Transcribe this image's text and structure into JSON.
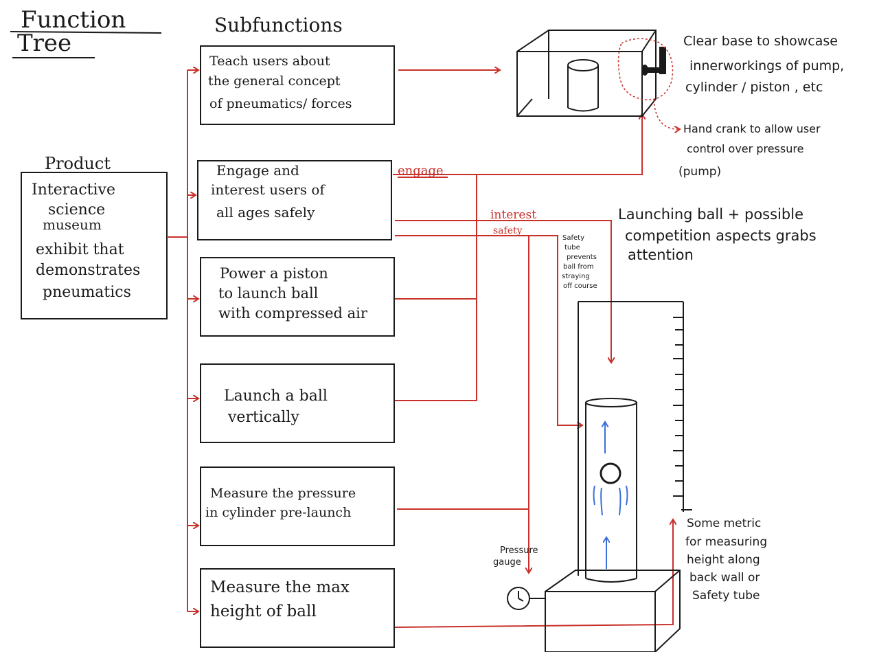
{
  "title": [
    "Function",
    "Tree"
  ],
  "subfunctions_heading": "Subfunctions",
  "product": {
    "heading": "Product",
    "lines": [
      "Interactive",
      "science",
      "museum",
      "exhibit that",
      "demonstrates",
      "pneumatics"
    ]
  },
  "subfunctions": [
    {
      "lines": [
        "Teach users about",
        "the general concept",
        "of pneumatics/ forces"
      ]
    },
    {
      "lines": [
        "Engage and",
        "interest users of",
        "all ages safely"
      ]
    },
    {
      "lines": [
        "Power a piston",
        "to launch ball",
        "with compressed air"
      ]
    },
    {
      "lines": [
        "Launch a ball",
        "vertically"
      ]
    },
    {
      "lines": [
        "Measure the pressure",
        "in cylinder pre-launch"
      ]
    },
    {
      "lines": [
        "Measure the max",
        "height of ball"
      ]
    }
  ],
  "red_labels": {
    "engage": "engage",
    "interest": "interest",
    "safety": "safety"
  },
  "notes": {
    "clear_base": [
      "Clear base to showcase",
      "innerworkings of pump,",
      "cylinder / piston , etc"
    ],
    "hand_crank": [
      "Hand crank to allow user",
      "control over pressure",
      "(pump)"
    ],
    "launching": [
      "Launching ball + possible",
      "competition aspects grabs",
      "attention"
    ],
    "safety_tube": [
      "Safety",
      "tube",
      "prevents",
      "ball from",
      "straying",
      "off course"
    ],
    "pressure_gauge": [
      "Pressure",
      "gauge"
    ],
    "metric": [
      "Some metric",
      "for measuring",
      "height along",
      "back wall or",
      "Safety tube"
    ]
  }
}
